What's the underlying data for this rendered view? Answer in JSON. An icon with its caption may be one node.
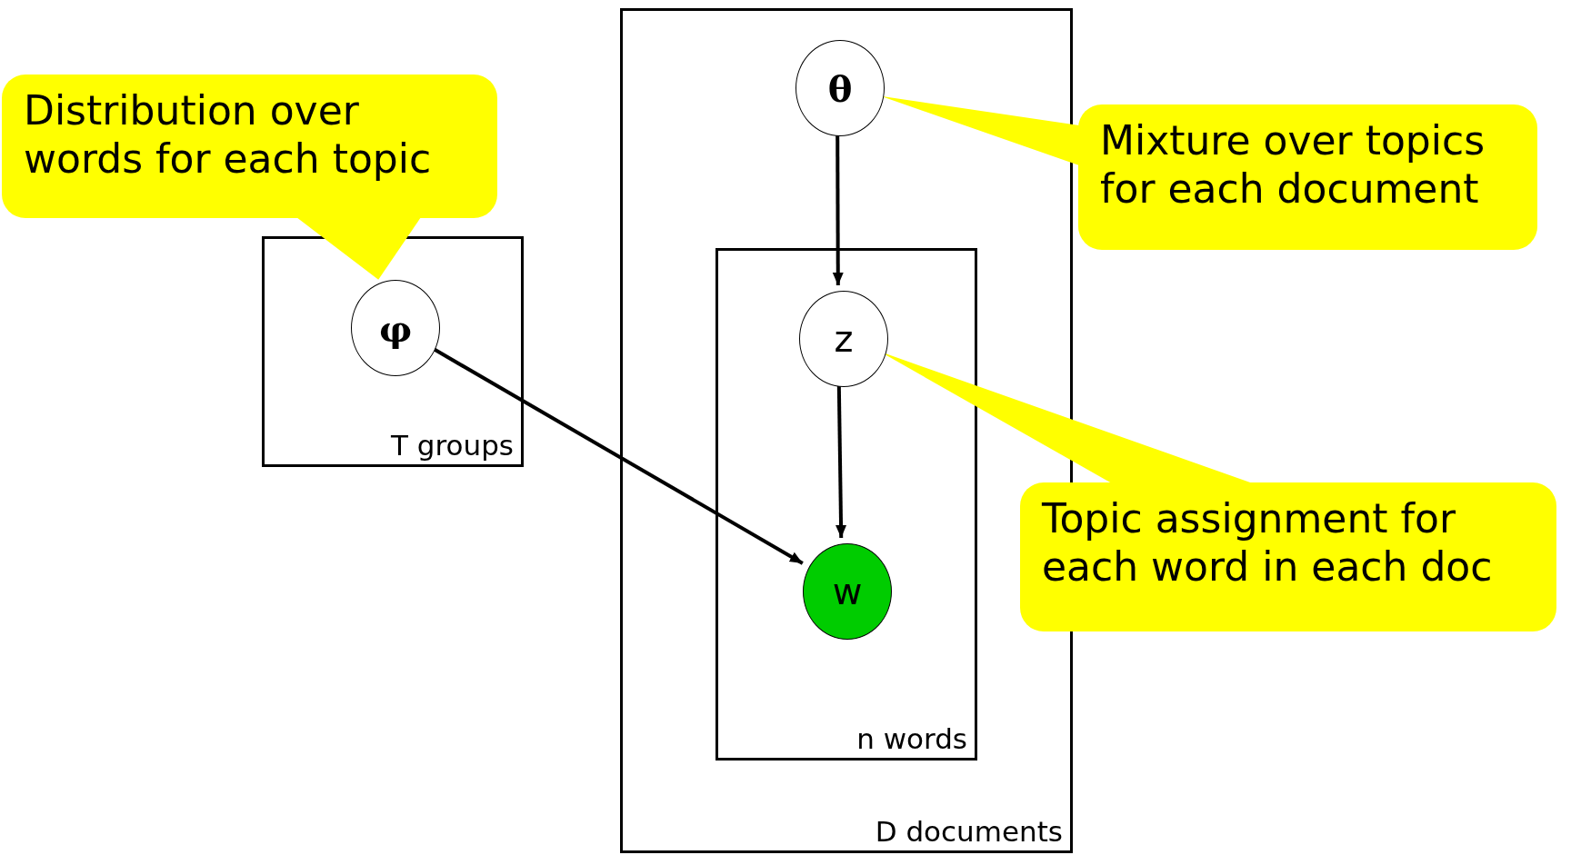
{
  "diagram": {
    "nodes": [
      {
        "text": [
          "Distribution over words for each topic"
        ]
      },
      {
        "text": [
          "T groups"
        ]
      },
      {
        "text": [
          "φ"
        ],
        "in": 1
      },
      {
        "text": [
          "D documents"
        ]
      },
      {
        "text": [
          "θ"
        ],
        "in": 3
      },
      {
        "text": [
          "Mixture over topics for each document"
        ]
      },
      {
        "text": [
          "n words"
        ],
        "in": 3
      },
      {
        "text": [
          "z"
        ],
        "in": 6
      },
      {
        "text": [
          "Topic assignment for each word in each doc"
        ]
      },
      {
        "text": [
          "w"
        ],
        "in": 6
      }
    ],
    "edges": [
      {
        "from": 4,
        "to": 7,
        "arrow": "to"
      },
      {
        "from": 7,
        "to": 9,
        "arrow": "to"
      },
      {
        "from": 2,
        "to": 9,
        "arrow": "to"
      },
      {
        "from": 0,
        "to": 2,
        "arrow": "none",
        "color": "#ffff00"
      },
      {
        "from": 5,
        "to": 4,
        "arrow": "none",
        "color": "#ffff00"
      },
      {
        "from": 8,
        "to": 7,
        "arrow": "none",
        "color": "#ffff00"
      }
    ]
  }
}
